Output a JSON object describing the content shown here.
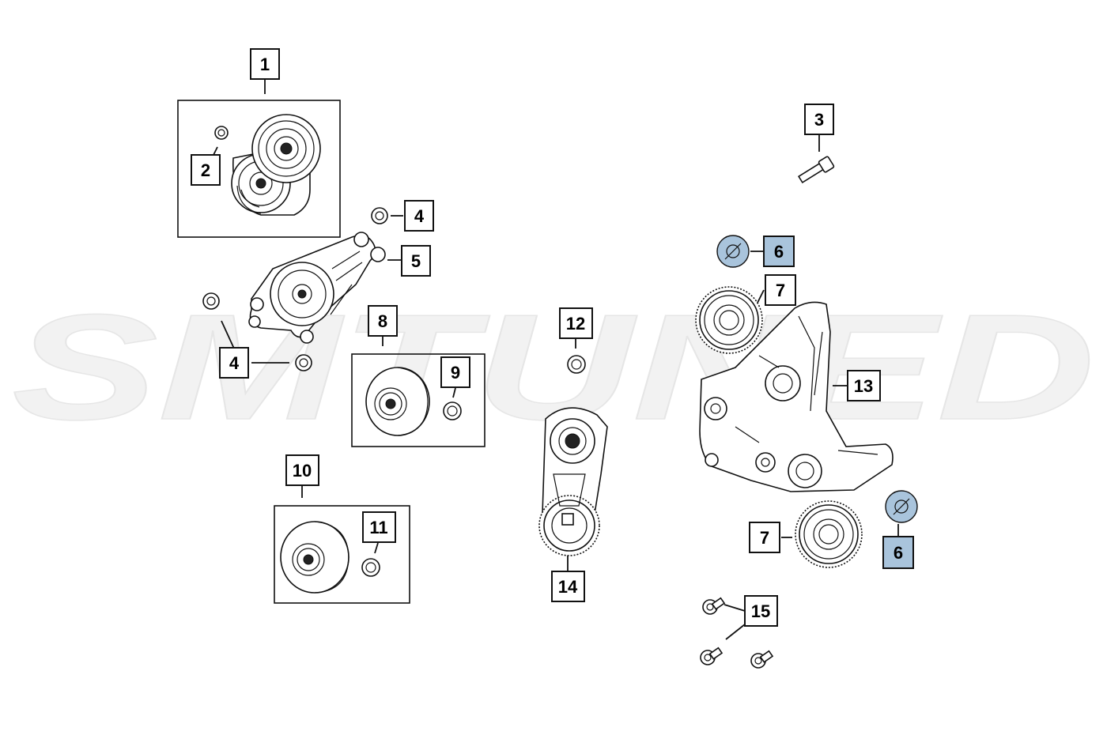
{
  "watermark": {
    "text": "SMTUNED"
  },
  "colors": {
    "highlight": "#a9c4dc",
    "ink": "#111111",
    "watermark": "#f1f1f1"
  },
  "callouts": {
    "c1": "1",
    "c2": "2",
    "c3": "3",
    "c4a": "4",
    "c4b": "4",
    "c5": "5",
    "c6a": "6",
    "c6b": "6",
    "c7a": "7",
    "c7b": "7",
    "c8": "8",
    "c9": "9",
    "c10": "10",
    "c11": "11",
    "c12": "12",
    "c13": "13",
    "c14": "14",
    "c15": "15"
  },
  "highlighted_callouts": [
    "c6a",
    "c6b"
  ]
}
